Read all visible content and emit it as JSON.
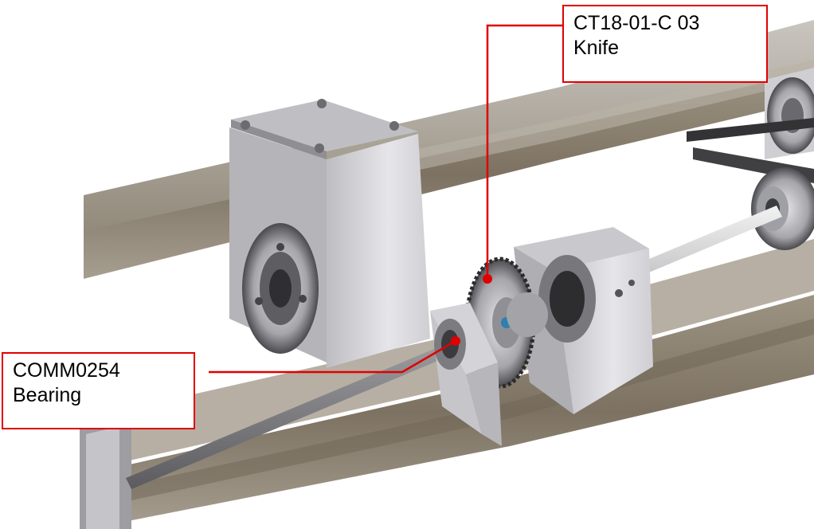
{
  "image": {
    "description_free": true,
    "colors": {
      "label_border": "#e00000",
      "leader_line": "#e00000",
      "steel_light": "#d9d9dc",
      "steel_mid": "#a9a9ad",
      "steel_dark": "#5e5e62",
      "frame_brown": "#8a7a66",
      "background": "#ffffff"
    }
  },
  "callouts": {
    "knife": {
      "line1": "CT18-01-C 03",
      "line2": "Knife"
    },
    "bearing": {
      "line1": "COMM0254",
      "line2": "Bearing"
    }
  }
}
